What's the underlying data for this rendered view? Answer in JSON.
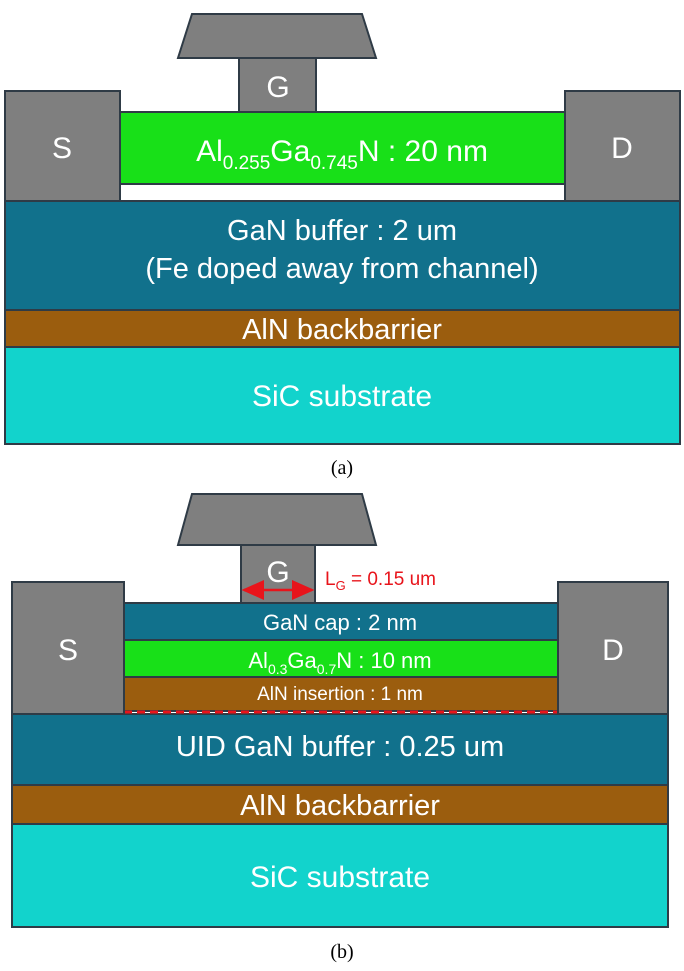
{
  "colors": {
    "contact_gray": "#7f7f7f",
    "algan_green": "#18e018",
    "gan_blue": "#11718c",
    "aln_brown": "#9b5d0e",
    "sic_cyan": "#12d3cc",
    "outline": "#2f3b46",
    "lg_red": "#e8141b"
  },
  "diagram_a": {
    "caption": "(a)",
    "gate_label": "G",
    "source_label": "S",
    "drain_label": "D",
    "barrier": {
      "el1": "Al",
      "sub1": "0.255",
      "el2": "Ga",
      "sub2": "0.745",
      "el3": "N",
      "suffix": " : 20 nm"
    },
    "buffer_line1": "GaN buffer : 2 um",
    "buffer_line2": "(Fe doped away from channel)",
    "backbarrier": "AlN backbarrier",
    "substrate": "SiC substrate"
  },
  "diagram_b": {
    "caption": "(b)",
    "gate_label": "G",
    "source_label": "S",
    "drain_label": "D",
    "gate_length": {
      "main": "L",
      "sub": "G",
      "rest": " = 0.15 um"
    },
    "cap": "GaN cap : 2 nm",
    "barrier": {
      "el1": "Al",
      "sub1": "0.3",
      "el2": "Ga",
      "sub2": "0.7",
      "el3": "N",
      "suffix": " : 10 nm"
    },
    "insertion": "AlN insertion : 1 nm",
    "buffer": "UID GaN buffer : 0.25 um",
    "backbarrier": "AlN backbarrier",
    "substrate": "SiC substrate"
  }
}
